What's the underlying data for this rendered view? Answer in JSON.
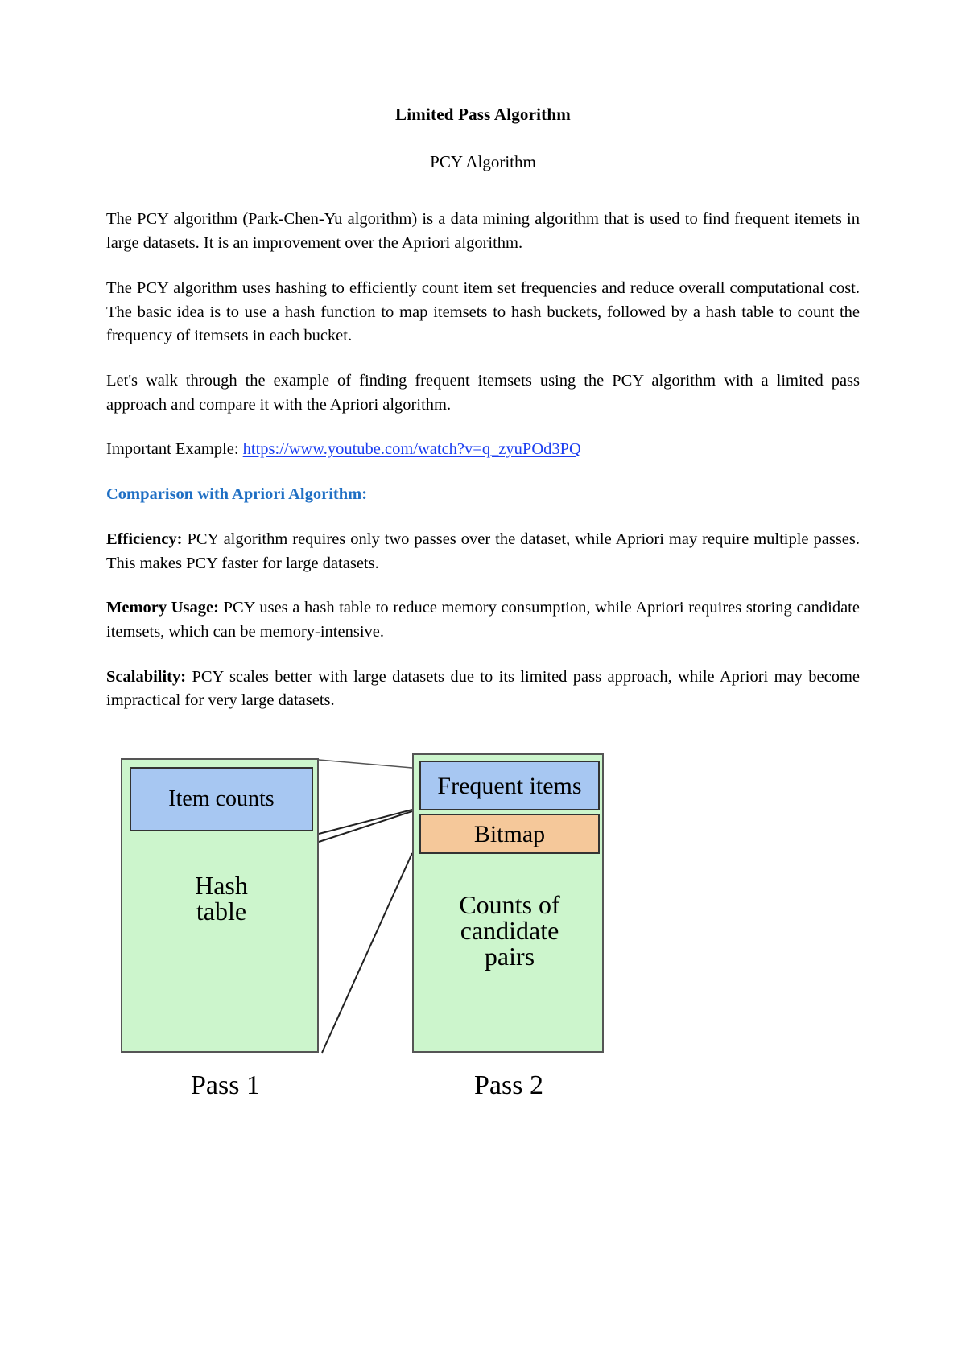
{
  "document": {
    "title": "Limited Pass Algorithm",
    "subtitle": "PCY Algorithm",
    "paragraphs": [
      "The PCY algorithm (Park-Chen-Yu algorithm) is a data mining algorithm that is used to find frequent itemets in large datasets. It is an improvement over the Apriori algorithm.",
      "The PCY algorithm uses hashing to efficiently count item set frequencies and reduce overall computational cost. The basic idea is to use a hash function to map itemsets to hash buckets, followed by a hash table to count the frequency of itemsets in each bucket.",
      "Let's walk through the example of finding frequent itemsets using the PCY algorithm with a limited pass approach and compare it with the Apriori algorithm."
    ],
    "example_line": {
      "label": "Important Example: ",
      "link_text": "https://www.youtube.com/watch?v=q_zyuPOd3PQ",
      "link_color": "#1a3df0"
    },
    "section_heading": {
      "text": "Comparison with Apriori Algorithm:",
      "color": "#1f6fc4"
    },
    "comparison_items": [
      {
        "lead": "Efficiency:",
        "body": " PCY algorithm requires only two passes over the dataset, while Apriori may require multiple passes. This makes PCY faster for large datasets."
      },
      {
        "lead": "Memory Usage:",
        "body": " PCY uses a hash table to reduce memory consumption, while Apriori requires storing candidate itemsets, which can be memory-intensive."
      },
      {
        "lead": "Scalability:",
        "body": " PCY scales better with large datasets due to its limited pass approach, while Apriori may become impractical for very large datasets."
      }
    ]
  },
  "diagram": {
    "colors": {
      "column_fill": "#ccf5cc",
      "blue_box": "#a7c7f2",
      "orange_box": "#f5c89a",
      "border": "#555555"
    },
    "pass1": {
      "item_counts": "Item counts",
      "hash_table_line1": "Hash",
      "hash_table_line2": "table",
      "caption": "Pass 1"
    },
    "pass2": {
      "frequent_items": "Frequent items",
      "bitmap": "Bitmap",
      "counts_line1": "Counts of",
      "counts_line2": "candidate",
      "counts_line3": "pairs",
      "caption": "Pass 2"
    }
  }
}
